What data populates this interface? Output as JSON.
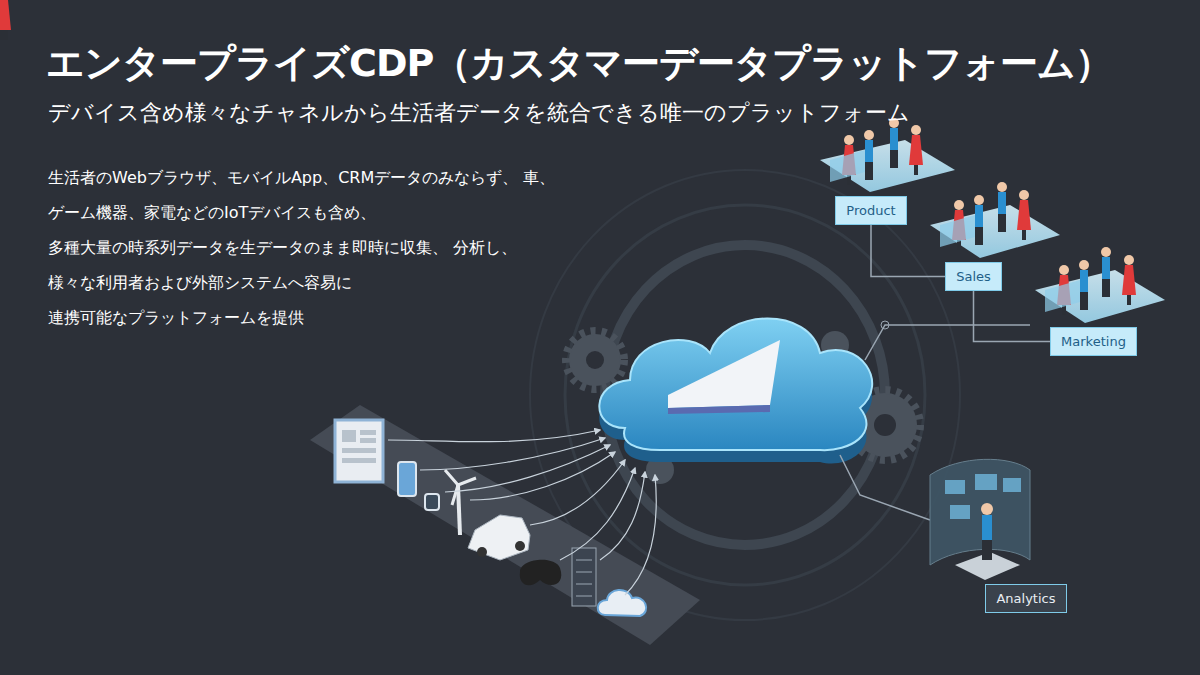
{
  "diagram": {
    "title": "エンタープライズCDP（カスタマーデータプラットフォーム）",
    "nodes": [
      {
        "text": [
          "Product"
        ]
      },
      {
        "text": [
          "Sales"
        ]
      },
      {
        "text": [
          "Marketing"
        ]
      },
      {
        "text": [
          "Analytics"
        ]
      }
    ],
    "edges": [
      {
        "from": 0,
        "to": 1,
        "arrow": "none"
      },
      {
        "from": 1,
        "to": 2,
        "arrow": "none"
      }
    ],
    "labels": [
      "デバイス含め様々なチャネルから生活者データを統合できる唯一のプラットフォーム",
      "生活者のWebブラウザ、モバイルApp、CRMデータのみならず、 車、ゲーム機器、家電などのIoTデバイスも含め、 多種大量の時系列データを生データのまま即時に収集、 分析し、様々な利用者および外部システムへ容易に 連携可能なプラットフォームを提供"
    ]
  }
}
